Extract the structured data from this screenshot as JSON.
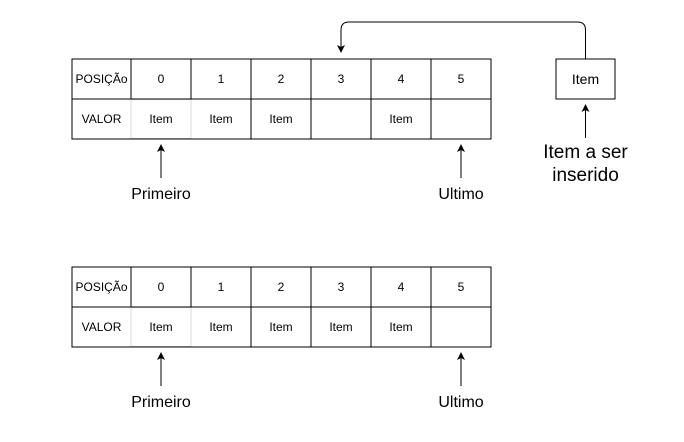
{
  "tables": [
    {
      "header_label": "POSIÇÃo",
      "value_label": "VALOR",
      "positions": [
        "0",
        "1",
        "2",
        "3",
        "4",
        "5"
      ],
      "values": [
        "Item",
        "Item",
        "Item",
        "",
        "Item",
        ""
      ],
      "first_label": "Primeiro",
      "last_label": "Ultimo"
    },
    {
      "header_label": "POSIÇÃo",
      "value_label": "VALOR",
      "positions": [
        "0",
        "1",
        "2",
        "3",
        "4",
        "5"
      ],
      "values": [
        "Item",
        "Item",
        "Item",
        "Item",
        "Item",
        ""
      ],
      "first_label": "Primeiro",
      "last_label": "Ultimo"
    }
  ],
  "insert_box": {
    "label": "Item",
    "caption_line1": "Item a ser",
    "caption_line2": "inserido"
  },
  "colors": {
    "stroke": "#000000",
    "first_value_cell_border": "#d9d9d9"
  }
}
